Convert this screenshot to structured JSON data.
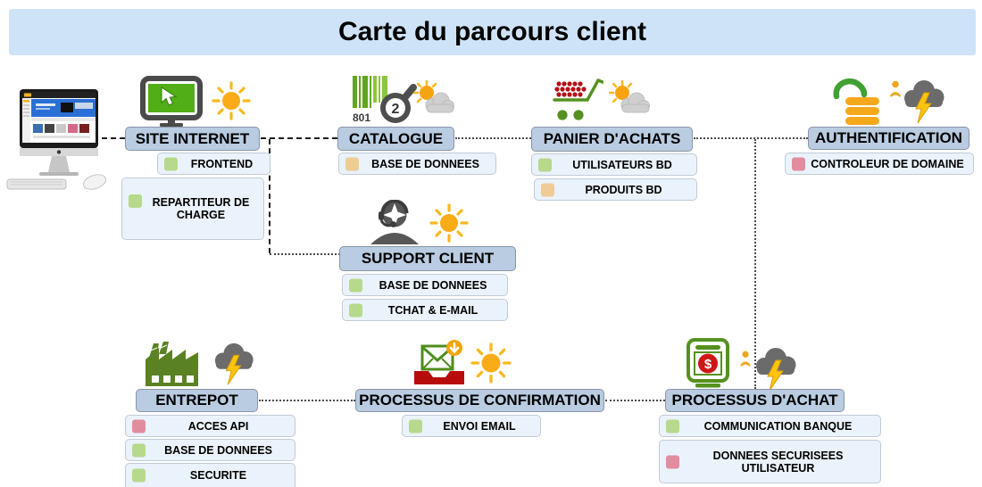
{
  "title": "Carte du parcours client",
  "colors": {
    "green": "#b7d98b",
    "orange": "#efcb96",
    "pink": "#e28d9f"
  },
  "glyphs": {
    "barcode_number": "801",
    "magnifier_number": "2",
    "dollar": "$"
  },
  "nodes": {
    "site_internet": {
      "label": "SITE INTERNET",
      "icons": [
        "monitor-icon",
        "sun-icon"
      ],
      "weather": "sunny",
      "items": [
        {
          "label": "FRONTEND",
          "status": "green"
        },
        {
          "label": "REPARTITEUR DE CHARGE",
          "status": "green"
        }
      ]
    },
    "catalogue": {
      "label": "CATALOGUE",
      "icons": [
        "barcode-magnifier-icon",
        "sun-cloud-icon"
      ],
      "weather": "partly-cloudy",
      "items": [
        {
          "label": "BASE DE DONNEES",
          "status": "orange"
        }
      ]
    },
    "support_client": {
      "label": "SUPPORT CLIENT",
      "icons": [
        "headset-agent-icon",
        "sun-icon"
      ],
      "weather": "sunny",
      "items": [
        {
          "label": "BASE DE DONNEES",
          "status": "green"
        },
        {
          "label": "TCHAT & E-MAIL",
          "status": "green"
        }
      ]
    },
    "panier": {
      "label": "PANIER D'ACHATS",
      "icons": [
        "shopping-cart-icon",
        "sun-cloud-icon"
      ],
      "weather": "partly-cloudy",
      "items": [
        {
          "label": "UTILISATEURS BD",
          "status": "green"
        },
        {
          "label": "PRODUITS BD",
          "status": "orange"
        }
      ]
    },
    "authentification": {
      "label": "AUTHENTIFICATION",
      "icons": [
        "open-padlock-icon",
        "person-icon",
        "storm-cloud-icon"
      ],
      "weather": "storm",
      "items": [
        {
          "label": "CONTROLEUR DE DOMAINE",
          "status": "pink"
        }
      ]
    },
    "entrepot": {
      "label": "ENTREPOT",
      "icons": [
        "factory-icon",
        "storm-cloud-icon"
      ],
      "weather": "storm",
      "items": [
        {
          "label": "ACCES API",
          "status": "pink"
        },
        {
          "label": "BASE DE DONNEES",
          "status": "green"
        },
        {
          "label": "SECURITE",
          "status": "green"
        }
      ]
    },
    "confirmation": {
      "label": "PROCESSUS DE CONFIRMATION",
      "icons": [
        "email-inbox-icon",
        "sun-icon"
      ],
      "weather": "sunny",
      "items": [
        {
          "label": "ENVOI EMAIL",
          "status": "green"
        }
      ]
    },
    "achat": {
      "label": "PROCESSUS D'ACHAT",
      "icons": [
        "atm-icon",
        "person-icon",
        "storm-cloud-icon"
      ],
      "weather": "storm",
      "items": [
        {
          "label": "COMMUNICATION BANQUE",
          "status": "green"
        },
        {
          "label": "DONNEES SECURISEES UTILISATEUR",
          "status": "pink"
        }
      ]
    }
  }
}
